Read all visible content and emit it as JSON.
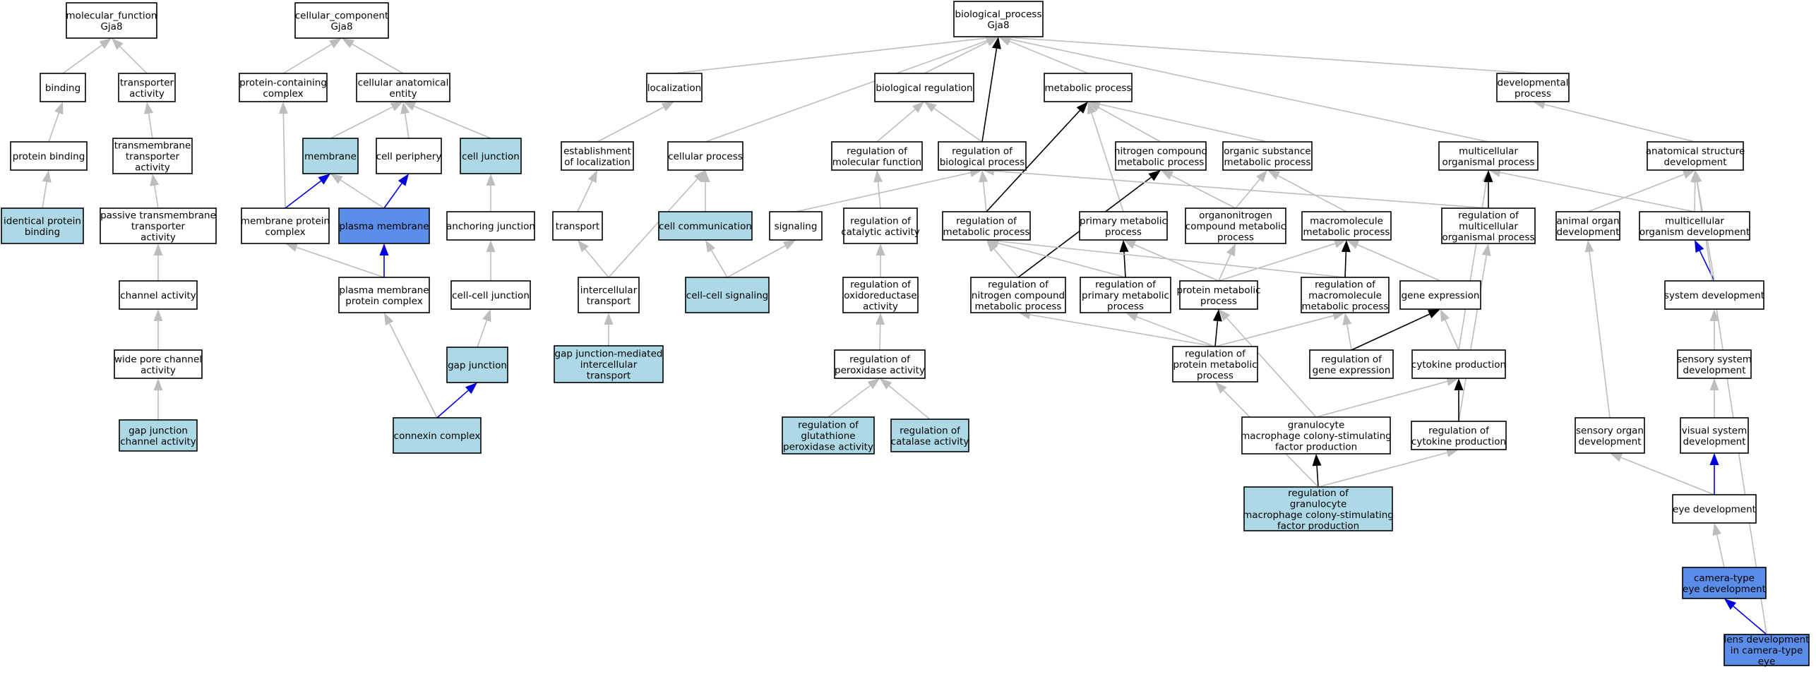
{
  "graph": {
    "colors": {
      "default_fill": "#ffffff",
      "annotated_fill": "#add8e6",
      "highlight_fill": "#5b8de8",
      "is_a_edge": "#bdbdbd",
      "regulates_edge": "#000000",
      "part_of_edge": "#0000dd"
    },
    "nodes": {
      "mf": {
        "lines": [
          "molecular_function",
          "Gja8"
        ],
        "style": "default"
      },
      "binding": {
        "lines": [
          "binding"
        ],
        "style": "default"
      },
      "transporter": {
        "lines": [
          "transporter",
          "activity"
        ],
        "style": "default"
      },
      "protbind": {
        "lines": [
          "protein binding"
        ],
        "style": "default"
      },
      "tmtransp": {
        "lines": [
          "transmembrane",
          "transporter",
          "activity"
        ],
        "style": "default"
      },
      "identbind": {
        "lines": [
          "identical protein",
          "binding"
        ],
        "style": "annotated"
      },
      "passive": {
        "lines": [
          "passive transmembrane",
          "transporter",
          "activity"
        ],
        "style": "default"
      },
      "channel": {
        "lines": [
          "channel activity"
        ],
        "style": "default"
      },
      "widepore": {
        "lines": [
          "wide pore channel",
          "activity"
        ],
        "style": "default"
      },
      "gjchannel": {
        "lines": [
          "gap junction",
          "channel activity"
        ],
        "style": "annotated"
      },
      "cc": {
        "lines": [
          "cellular_component",
          "Gja8"
        ],
        "style": "default"
      },
      "protcomplex": {
        "lines": [
          "protein-containing",
          "complex"
        ],
        "style": "default"
      },
      "cae": {
        "lines": [
          "cellular anatomical",
          "entity"
        ],
        "style": "default"
      },
      "membrane": {
        "lines": [
          "membrane"
        ],
        "style": "annotated"
      },
      "cellperiph": {
        "lines": [
          "cell periphery"
        ],
        "style": "default"
      },
      "celljunction": {
        "lines": [
          "cell junction"
        ],
        "style": "annotated"
      },
      "memprotcomplex": {
        "lines": [
          "membrane protein",
          "complex"
        ],
        "style": "default"
      },
      "plasmamem": {
        "lines": [
          "plasma membrane"
        ],
        "style": "highlight"
      },
      "anchoring": {
        "lines": [
          "anchoring junction"
        ],
        "style": "default"
      },
      "pmpc": {
        "lines": [
          "plasma membrane",
          "protein complex"
        ],
        "style": "default"
      },
      "cellcell": {
        "lines": [
          "cell-cell junction"
        ],
        "style": "default"
      },
      "gapjunction": {
        "lines": [
          "gap junction"
        ],
        "style": "annotated"
      },
      "connexin": {
        "lines": [
          "connexin complex"
        ],
        "style": "annotated"
      },
      "bp": {
        "lines": [
          "biological_process",
          "Gja8"
        ],
        "style": "default"
      },
      "localization": {
        "lines": [
          "localization"
        ],
        "style": "default"
      },
      "estloc": {
        "lines": [
          "establishment",
          "of localization"
        ],
        "style": "default"
      },
      "transport": {
        "lines": [
          "transport"
        ],
        "style": "default"
      },
      "intercell": {
        "lines": [
          "intercellular",
          "transport"
        ],
        "style": "default"
      },
      "gjtransport": {
        "lines": [
          "gap junction-mediated",
          "intercellular",
          "transport"
        ],
        "style": "annotated"
      },
      "cellproc": {
        "lines": [
          "cellular process"
        ],
        "style": "default"
      },
      "cellcomm": {
        "lines": [
          "cell communication"
        ],
        "style": "annotated"
      },
      "signaling": {
        "lines": [
          "signaling"
        ],
        "style": "default"
      },
      "ccsignal": {
        "lines": [
          "cell-cell signaling"
        ],
        "style": "annotated"
      },
      "bioreg": {
        "lines": [
          "biological regulation"
        ],
        "style": "default"
      },
      "regmolfunc": {
        "lines": [
          "regulation of",
          "molecular function"
        ],
        "style": "default"
      },
      "regbio": {
        "lines": [
          "regulation of",
          "biological process"
        ],
        "style": "default"
      },
      "regcat": {
        "lines": [
          "regulation of",
          "catalytic activity"
        ],
        "style": "default"
      },
      "regoxido": {
        "lines": [
          "regulation of",
          "oxidoreductase",
          "activity"
        ],
        "style": "default"
      },
      "regperox": {
        "lines": [
          "regulation of",
          "peroxidase activity"
        ],
        "style": "default"
      },
      "reggluta": {
        "lines": [
          "regulation of",
          "glutathione",
          "peroxidase activity"
        ],
        "style": "annotated"
      },
      "regcatal": {
        "lines": [
          "regulation of",
          "catalase activity"
        ],
        "style": "annotated"
      },
      "metab": {
        "lines": [
          "metabolic process"
        ],
        "style": "default"
      },
      "nitro": {
        "lines": [
          "nitrogen compound",
          "metabolic process"
        ],
        "style": "default"
      },
      "orgsub": {
        "lines": [
          "organic substance",
          "metabolic process"
        ],
        "style": "default"
      },
      "regmetab": {
        "lines": [
          "regulation of",
          "metabolic process"
        ],
        "style": "default"
      },
      "primmetab": {
        "lines": [
          "primary metabolic",
          "process"
        ],
        "style": "default"
      },
      "organonit": {
        "lines": [
          "organonitrogen",
          "compound metabolic",
          "process"
        ],
        "style": "default"
      },
      "macromol": {
        "lines": [
          "macromolecule",
          "metabolic process"
        ],
        "style": "default"
      },
      "regnitro": {
        "lines": [
          "regulation of",
          "nitrogen compound",
          "metabolic process"
        ],
        "style": "default"
      },
      "regprim": {
        "lines": [
          "regulation of",
          "primary metabolic",
          "process"
        ],
        "style": "default"
      },
      "protmetab": {
        "lines": [
          "protein metabolic",
          "process"
        ],
        "style": "default"
      },
      "regmacro": {
        "lines": [
          "regulation of",
          "macromolecule",
          "metabolic process"
        ],
        "style": "default"
      },
      "geneexpr": {
        "lines": [
          "gene expression"
        ],
        "style": "default"
      },
      "regprot": {
        "lines": [
          "regulation of",
          "protein metabolic",
          "process"
        ],
        "style": "default"
      },
      "reggene": {
        "lines": [
          "regulation of",
          "gene expression"
        ],
        "style": "default"
      },
      "cytokine": {
        "lines": [
          "cytokine production"
        ],
        "style": "default"
      },
      "gmcsf": {
        "lines": [
          "granulocyte",
          "macrophage colony-stimulating",
          "factor production"
        ],
        "style": "default"
      },
      "regcyto": {
        "lines": [
          "regulation of",
          "cytokine production"
        ],
        "style": "default"
      },
      "reggmcsf": {
        "lines": [
          "regulation of",
          "granulocyte",
          "macrophage colony-stimulating",
          "factor production"
        ],
        "style": "annotated"
      },
      "multiorg": {
        "lines": [
          "multicellular",
          "organismal process"
        ],
        "style": "default"
      },
      "regmulti": {
        "lines": [
          "regulation of",
          "multicellular",
          "organismal process"
        ],
        "style": "default"
      },
      "devproc": {
        "lines": [
          "developmental",
          "process"
        ],
        "style": "default"
      },
      "anatdev": {
        "lines": [
          "anatomical structure",
          "development"
        ],
        "style": "default"
      },
      "animorgan": {
        "lines": [
          "animal organ",
          "development"
        ],
        "style": "default"
      },
      "multidev": {
        "lines": [
          "multicellular",
          "organism development"
        ],
        "style": "default"
      },
      "sysdev": {
        "lines": [
          "system development"
        ],
        "style": "default"
      },
      "senssys": {
        "lines": [
          "sensory system",
          "development"
        ],
        "style": "default"
      },
      "sensorgan": {
        "lines": [
          "sensory organ",
          "development"
        ],
        "style": "default"
      },
      "vissys": {
        "lines": [
          "visual system",
          "development"
        ],
        "style": "default"
      },
      "eyedev": {
        "lines": [
          "eye development"
        ],
        "style": "default"
      },
      "cameye": {
        "lines": [
          "camera-type",
          "eye development"
        ],
        "style": "highlight"
      },
      "lensdev": {
        "lines": [
          "lens development",
          "in camera-type",
          "eye"
        ],
        "style": "highlight"
      }
    },
    "edges": [
      {
        "from": "binding",
        "to": "mf",
        "type": "is_a"
      },
      {
        "from": "transporter",
        "to": "mf",
        "type": "is_a"
      },
      {
        "from": "protbind",
        "to": "binding",
        "type": "is_a"
      },
      {
        "from": "tmtransp",
        "to": "transporter",
        "type": "is_a"
      },
      {
        "from": "identbind",
        "to": "protbind",
        "type": "is_a"
      },
      {
        "from": "passive",
        "to": "tmtransp",
        "type": "is_a"
      },
      {
        "from": "channel",
        "to": "passive",
        "type": "is_a"
      },
      {
        "from": "widepore",
        "to": "channel",
        "type": "is_a"
      },
      {
        "from": "gjchannel",
        "to": "widepore",
        "type": "is_a"
      },
      {
        "from": "protcomplex",
        "to": "cc",
        "type": "is_a"
      },
      {
        "from": "cae",
        "to": "cc",
        "type": "is_a"
      },
      {
        "from": "membrane",
        "to": "cae",
        "type": "is_a"
      },
      {
        "from": "cellperiph",
        "to": "cae",
        "type": "is_a"
      },
      {
        "from": "celljunction",
        "to": "cae",
        "type": "is_a"
      },
      {
        "from": "memprotcomplex",
        "to": "protcomplex",
        "type": "is_a"
      },
      {
        "from": "memprotcomplex",
        "to": "membrane",
        "type": "part_of"
      },
      {
        "from": "plasmamem",
        "to": "membrane",
        "type": "is_a"
      },
      {
        "from": "plasmamem",
        "to": "cellperiph",
        "type": "part_of"
      },
      {
        "from": "anchoring",
        "to": "celljunction",
        "type": "is_a"
      },
      {
        "from": "pmpc",
        "to": "memprotcomplex",
        "type": "is_a"
      },
      {
        "from": "pmpc",
        "to": "plasmamem",
        "type": "part_of"
      },
      {
        "from": "cellcell",
        "to": "anchoring",
        "type": "is_a"
      },
      {
        "from": "gapjunction",
        "to": "cellcell",
        "type": "is_a"
      },
      {
        "from": "connexin",
        "to": "pmpc",
        "type": "is_a"
      },
      {
        "from": "connexin",
        "to": "gapjunction",
        "type": "part_of"
      },
      {
        "from": "localization",
        "to": "bp",
        "type": "is_a"
      },
      {
        "from": "estloc",
        "to": "localization",
        "type": "is_a"
      },
      {
        "from": "transport",
        "to": "estloc",
        "type": "is_a"
      },
      {
        "from": "intercell",
        "to": "transport",
        "type": "is_a"
      },
      {
        "from": "intercell",
        "to": "cellproc",
        "type": "is_a"
      },
      {
        "from": "gjtransport",
        "to": "intercell",
        "type": "is_a"
      },
      {
        "from": "cellproc",
        "to": "bp",
        "type": "is_a"
      },
      {
        "from": "cellcomm",
        "to": "cellproc",
        "type": "is_a"
      },
      {
        "from": "signaling",
        "to": "regbio",
        "type": "is_a"
      },
      {
        "from": "ccsignal",
        "to": "cellcomm",
        "type": "is_a"
      },
      {
        "from": "ccsignal",
        "to": "signaling",
        "type": "is_a"
      },
      {
        "from": "bioreg",
        "to": "bp",
        "type": "is_a"
      },
      {
        "from": "regmolfunc",
        "to": "bioreg",
        "type": "is_a"
      },
      {
        "from": "regbio",
        "to": "bioreg",
        "type": "is_a"
      },
      {
        "from": "regbio",
        "to": "bp",
        "type": "regulates"
      },
      {
        "from": "regcat",
        "to": "regmolfunc",
        "type": "is_a"
      },
      {
        "from": "regoxido",
        "to": "regcat",
        "type": "is_a"
      },
      {
        "from": "regperox",
        "to": "regoxido",
        "type": "is_a"
      },
      {
        "from": "reggluta",
        "to": "regperox",
        "type": "is_a"
      },
      {
        "from": "regcatal",
        "to": "regperox",
        "type": "is_a"
      },
      {
        "from": "metab",
        "to": "bp",
        "type": "is_a"
      },
      {
        "from": "nitro",
        "to": "metab",
        "type": "is_a"
      },
      {
        "from": "orgsub",
        "to": "metab",
        "type": "is_a"
      },
      {
        "from": "regmetab",
        "to": "regbio",
        "type": "is_a"
      },
      {
        "from": "regmetab",
        "to": "metab",
        "type": "regulates"
      },
      {
        "from": "primmetab",
        "to": "metab",
        "type": "is_a"
      },
      {
        "from": "organonit",
        "to": "nitro",
        "type": "is_a"
      },
      {
        "from": "organonit",
        "to": "orgsub",
        "type": "is_a"
      },
      {
        "from": "macromol",
        "to": "orgsub",
        "type": "is_a"
      },
      {
        "from": "regnitro",
        "to": "regmetab",
        "type": "is_a"
      },
      {
        "from": "regnitro",
        "to": "nitro",
        "type": "regulates"
      },
      {
        "from": "regprim",
        "to": "regmetab",
        "type": "is_a"
      },
      {
        "from": "regprim",
        "to": "primmetab",
        "type": "regulates"
      },
      {
        "from": "protmetab",
        "to": "primmetab",
        "type": "is_a"
      },
      {
        "from": "protmetab",
        "to": "organonit",
        "type": "is_a"
      },
      {
        "from": "protmetab",
        "to": "macromol",
        "type": "is_a"
      },
      {
        "from": "regmacro",
        "to": "regmetab",
        "type": "is_a"
      },
      {
        "from": "regmacro",
        "to": "macromol",
        "type": "regulates"
      },
      {
        "from": "geneexpr",
        "to": "macromol",
        "type": "is_a"
      },
      {
        "from": "regprot",
        "to": "regprim",
        "type": "is_a"
      },
      {
        "from": "regprot",
        "to": "regmacro",
        "type": "is_a"
      },
      {
        "from": "regprot",
        "to": "protmetab",
        "type": "regulates"
      },
      {
        "from": "regprot",
        "to": "regnitro",
        "type": "is_a"
      },
      {
        "from": "reggene",
        "to": "regmacro",
        "type": "is_a"
      },
      {
        "from": "reggene",
        "to": "geneexpr",
        "type": "regulates"
      },
      {
        "from": "cytokine",
        "to": "geneexpr",
        "type": "is_a"
      },
      {
        "from": "cytokine",
        "to": "multiorg",
        "type": "is_a"
      },
      {
        "from": "gmcsf",
        "to": "cytokine",
        "type": "is_a"
      },
      {
        "from": "gmcsf",
        "to": "protmetab",
        "type": "is_a"
      },
      {
        "from": "regcyto",
        "to": "regmulti",
        "type": "is_a"
      },
      {
        "from": "regcyto",
        "to": "cytokine",
        "type": "regulates"
      },
      {
        "from": "reggmcsf",
        "to": "gmcsf",
        "type": "regulates"
      },
      {
        "from": "reggmcsf",
        "to": "regcyto",
        "type": "is_a"
      },
      {
        "from": "reggmcsf",
        "to": "regprot",
        "type": "is_a"
      },
      {
        "from": "multiorg",
        "to": "bp",
        "type": "is_a"
      },
      {
        "from": "regmulti",
        "to": "multiorg",
        "type": "regulates"
      },
      {
        "from": "regmulti",
        "to": "regbio",
        "type": "is_a"
      },
      {
        "from": "devproc",
        "to": "bp",
        "type": "is_a"
      },
      {
        "from": "anatdev",
        "to": "devproc",
        "type": "is_a"
      },
      {
        "from": "animorgan",
        "to": "anatdev",
        "type": "is_a"
      },
      {
        "from": "multidev",
        "to": "anatdev",
        "type": "is_a"
      },
      {
        "from": "multidev",
        "to": "multiorg",
        "type": "is_a"
      },
      {
        "from": "sysdev",
        "to": "multidev",
        "type": "part_of"
      },
      {
        "from": "sysdev",
        "to": "anatdev",
        "type": "is_a"
      },
      {
        "from": "senssys",
        "to": "sysdev",
        "type": "is_a"
      },
      {
        "from": "sensorgan",
        "to": "animorgan",
        "type": "is_a"
      },
      {
        "from": "vissys",
        "to": "senssys",
        "type": "is_a"
      },
      {
        "from": "eyedev",
        "to": "vissys",
        "type": "part_of"
      },
      {
        "from": "eyedev",
        "to": "sensorgan",
        "type": "is_a"
      },
      {
        "from": "cameye",
        "to": "eyedev",
        "type": "is_a"
      },
      {
        "from": "lensdev",
        "to": "cameye",
        "type": "part_of"
      },
      {
        "from": "lensdev",
        "to": "anatdev",
        "type": "is_a"
      }
    ]
  }
}
